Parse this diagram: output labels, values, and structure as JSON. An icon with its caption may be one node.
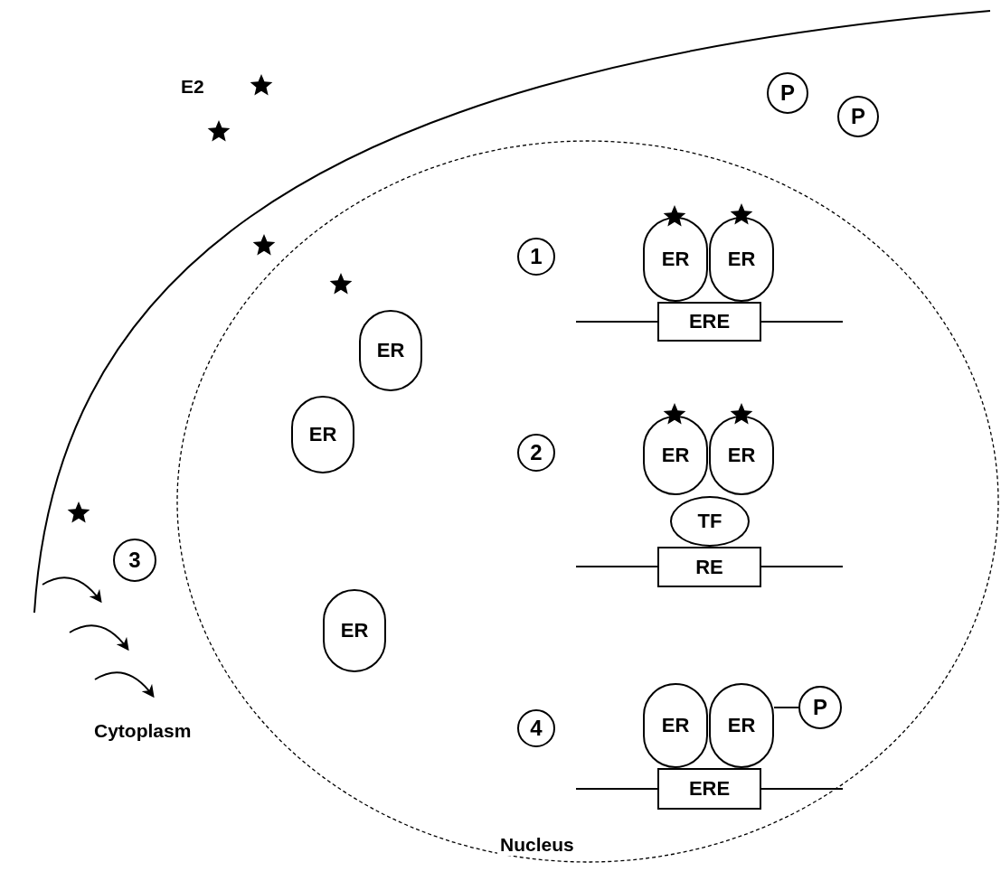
{
  "diagram": {
    "nodes": [
      {
        "text": [
          "P"
        ]
      },
      {
        "text": [
          "P"
        ]
      },
      {
        "text": [
          "Nucleus"
        ]
      },
      {
        "text": [
          "1"
        ],
        "in": 2
      },
      {
        "text": [
          "ER"
        ],
        "in": 2
      },
      {
        "text": [
          "ER"
        ],
        "in": 2
      },
      {
        "text": [
          "ERE"
        ],
        "in": 2
      },
      {
        "text": [
          "ER"
        ],
        "in": 2
      },
      {
        "text": [
          "ER"
        ],
        "in": 2
      },
      {
        "text": [
          "2"
        ],
        "in": 2
      },
      {
        "text": [
          "ER"
        ],
        "in": 2
      },
      {
        "text": [
          "ER"
        ],
        "in": 2
      },
      {
        "text": [
          "TF"
        ],
        "in": 2
      },
      {
        "text": [
          "RE"
        ],
        "in": 2
      },
      {
        "text": [
          "3"
        ]
      },
      {
        "text": [
          "ER"
        ],
        "in": 2
      },
      {
        "text": [
          "4"
        ],
        "in": 2
      },
      {
        "text": [
          "ER"
        ],
        "in": 2
      },
      {
        "text": [
          "ER"
        ],
        "in": 2
      },
      {
        "text": [
          "P"
        ],
        "in": 2
      },
      {
        "text": [
          "ERE"
        ],
        "in": 2
      }
    ],
    "edges": [
      {
        "from": 18,
        "to": 19,
        "arrow": "none"
      }
    ],
    "labels": [
      "E2",
      "Cytoplasm"
    ]
  }
}
